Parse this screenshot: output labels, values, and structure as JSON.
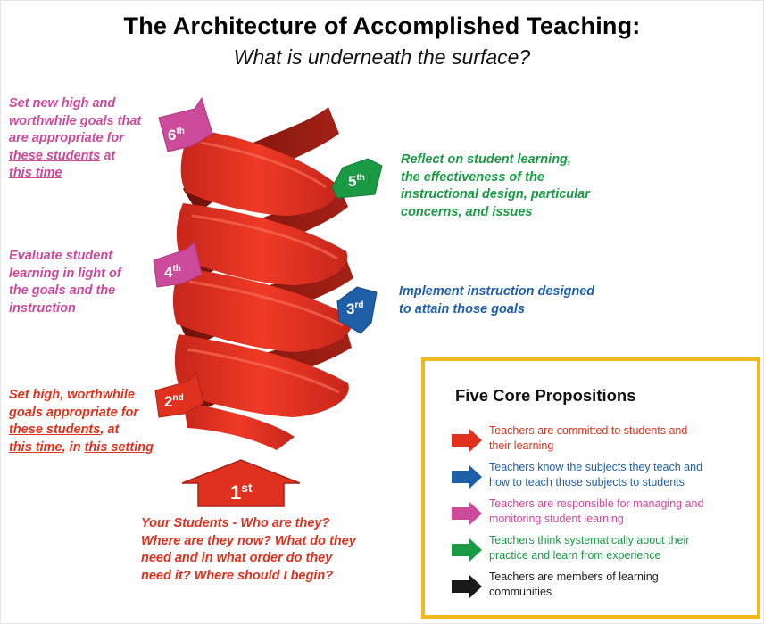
{
  "title": "The Architecture of Accomplished Teaching:",
  "subtitle": "What is underneath the surface?",
  "steps": {
    "s1": {
      "num": "1",
      "sup": "st"
    },
    "s2": {
      "num": "2",
      "sup": "nd"
    },
    "s3": {
      "num": "3",
      "sup": "rd"
    },
    "s4": {
      "num": "4",
      "sup": "th"
    },
    "s5": {
      "num": "5",
      "sup": "th"
    },
    "s6": {
      "num": "6",
      "sup": "th"
    }
  },
  "notes": {
    "step6": {
      "a": "Set new high and",
      "b": "worthwhile goals that",
      "c": "are appropriate for",
      "d": "these students",
      "e": " at",
      "f": "this time"
    },
    "step5": {
      "a": "Reflect on student learning,",
      "b": "the effectiveness of the",
      "c": "instructional design, particular",
      "d": "concerns, and issues"
    },
    "step4": {
      "a": "Evaluate student",
      "b": "learning in light of",
      "c": "the goals and the",
      "d": "instruction"
    },
    "step3": {
      "a": "Implement instruction designed",
      "b": "to attain those goals"
    },
    "step2": {
      "a": "Set high, worthwhile",
      "b": "goals appropriate for",
      "c": "these students",
      "d": ", at",
      "e": "this time",
      "f": ", in ",
      "g": "this setting"
    },
    "step1": {
      "bold": "Your Students -",
      "a": " Who are they?",
      "b": "Where are they now? What do they",
      "c": "need and in what order do they",
      "d": "need it? Where should I begin?"
    }
  },
  "core": {
    "title": "Five Core Propositions",
    "items": [
      {
        "l1": "Teachers are committed to students and",
        "l2": "their learning",
        "color": "#e0311e",
        "icon": "red-arrow-icon"
      },
      {
        "l1": "Teachers know the subjects they teach and",
        "l2": "how to teach those subjects to students",
        "color": "#1f5fa8",
        "icon": "blue-arrow-icon"
      },
      {
        "l1": "Teachers are responsible for managing and",
        "l2": "monitoring student learning",
        "color": "#cc4a9a",
        "icon": "pink-arrow-icon"
      },
      {
        "l1": "Teachers think systematically about their",
        "l2": "practice and learn from experience",
        "color": "#1a9a45",
        "icon": "green-arrow-icon"
      },
      {
        "l1": "Teachers are members of learning",
        "l2": "communities",
        "color": "#1a1a1a",
        "icon": "black-arrow-icon"
      }
    ]
  },
  "colors": {
    "helix": "#e0311e",
    "helix_dark": "#8e1a12",
    "pink": "#cc4a9a",
    "green": "#1a9a45",
    "blue": "#1f5fa8",
    "border": "#f2b820"
  }
}
